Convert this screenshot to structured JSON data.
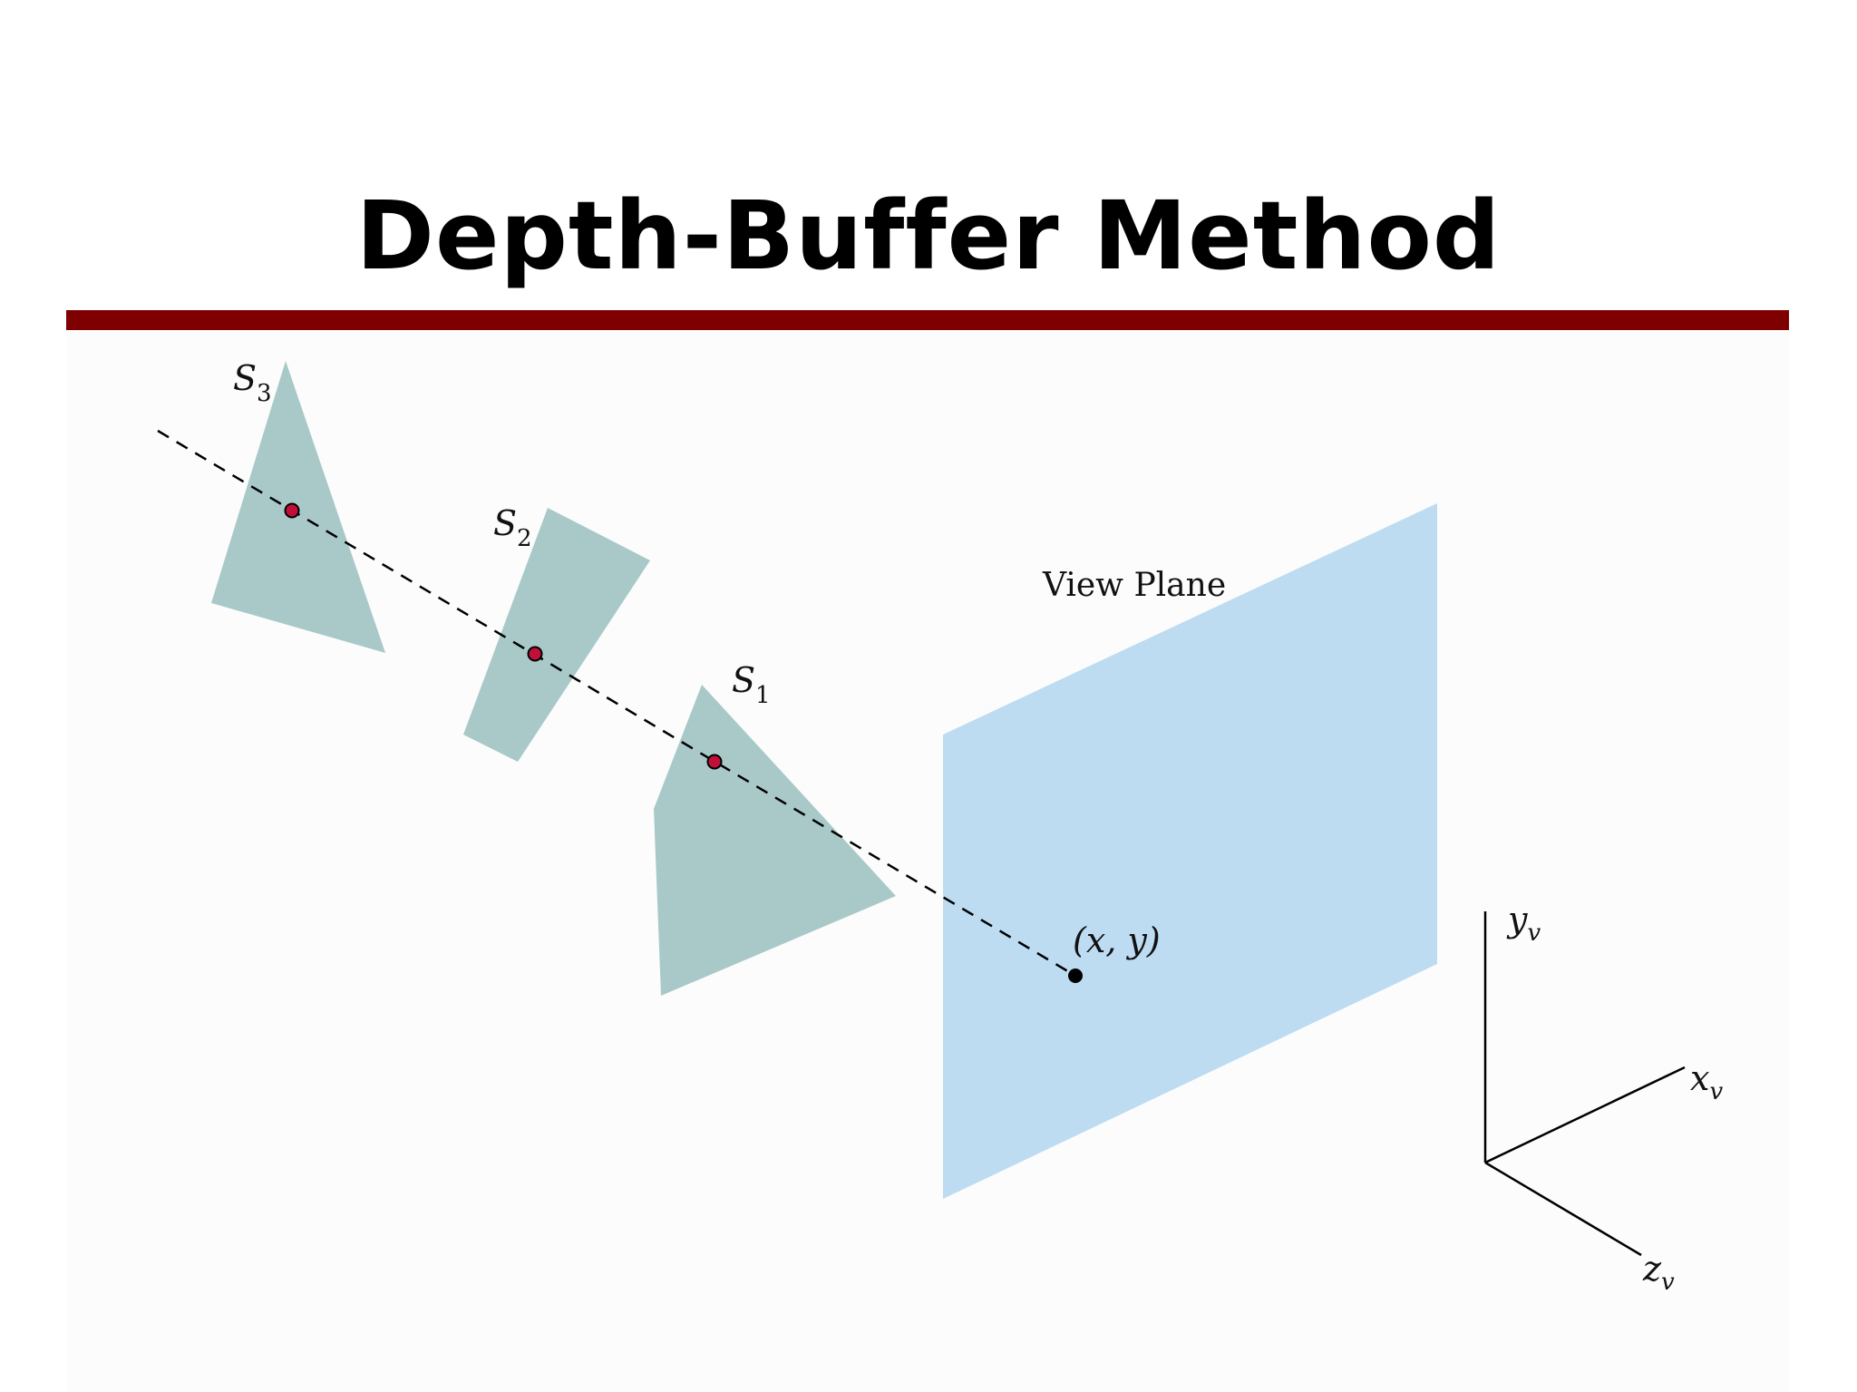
{
  "title": "Depth-Buffer Method",
  "colors": {
    "title_rule": "#7f0000",
    "surface_fill": "#a9c9c9",
    "view_plane_fill": "#bddcf2",
    "intersection_point": "#c0103a",
    "projection_point": "#000000",
    "lines": "#000000"
  },
  "labels": {
    "view_plane": "View Plane",
    "point": "(x, y)",
    "surfaces": [
      {
        "letter": "S",
        "sub": "1"
      },
      {
        "letter": "S",
        "sub": "2"
      },
      {
        "letter": "S",
        "sub": "3"
      }
    ],
    "axes": [
      {
        "letter": "y",
        "sub": "v"
      },
      {
        "letter": "x",
        "sub": "v"
      },
      {
        "letter": "z",
        "sub": "v"
      }
    ]
  }
}
